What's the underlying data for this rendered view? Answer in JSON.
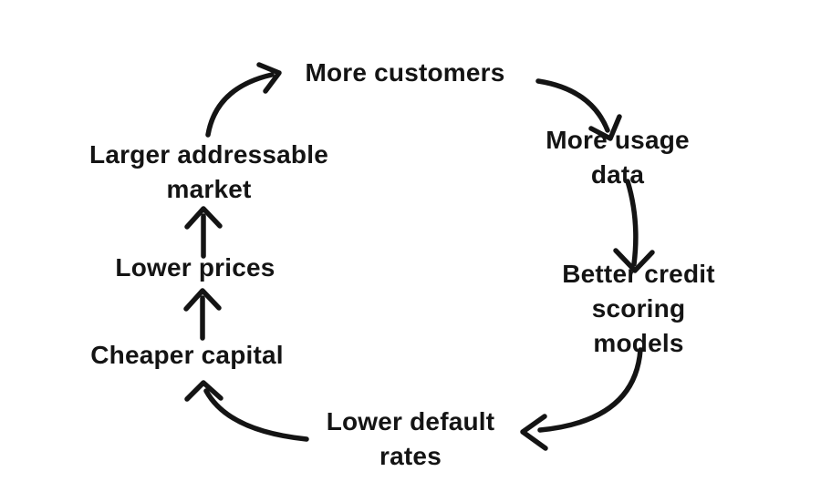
{
  "diagram": {
    "type": "cycle",
    "description": "Fintech lending flywheel loop",
    "colors": {
      "background": "#ffffff",
      "text": "#141414",
      "arrow": "#141414"
    },
    "nodes": [
      {
        "id": "more-customers",
        "label": "More customers"
      },
      {
        "id": "more-usage-data",
        "label": "More usage data"
      },
      {
        "id": "better-credit-scoring-models",
        "label": "Better credit\nscoring models"
      },
      {
        "id": "lower-default-rates",
        "label": "Lower default\nrates"
      },
      {
        "id": "cheaper-capital",
        "label": "Cheaper capital"
      },
      {
        "id": "lower-prices",
        "label": "Lower prices"
      },
      {
        "id": "larger-addressable-market",
        "label": "Larger addressable\nmarket"
      }
    ],
    "edges": [
      {
        "from": "more-customers",
        "to": "more-usage-data"
      },
      {
        "from": "more-usage-data",
        "to": "better-credit-scoring-models"
      },
      {
        "from": "better-credit-scoring-models",
        "to": "lower-default-rates"
      },
      {
        "from": "lower-default-rates",
        "to": "cheaper-capital"
      },
      {
        "from": "cheaper-capital",
        "to": "lower-prices"
      },
      {
        "from": "lower-prices",
        "to": "larger-addressable-market"
      },
      {
        "from": "larger-addressable-market",
        "to": "more-customers"
      }
    ]
  }
}
